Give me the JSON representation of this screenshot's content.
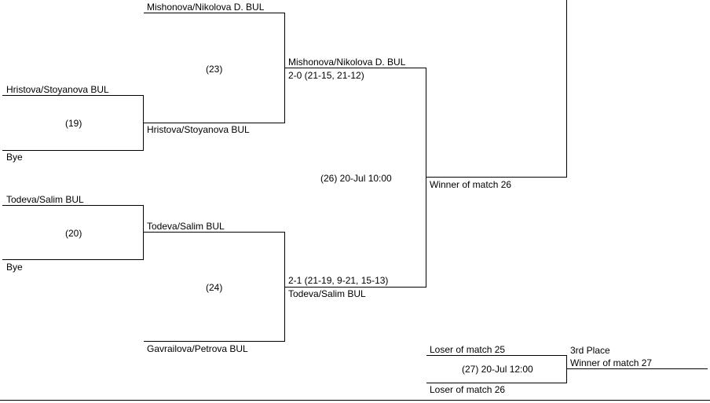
{
  "bracket": {
    "r1": {
      "m19": {
        "top_team": "Hristova/Stoyanova BUL",
        "bottom_team": "Bye",
        "match_no": "(19)"
      },
      "m20": {
        "top_team": "Todeva/Salim BUL",
        "bottom_team": "Bye",
        "match_no": "(20)"
      }
    },
    "r2": {
      "m23": {
        "top_team": "Mishonova/Nikolova D. BUL",
        "bottom_team": "Hristova/Stoyanova BUL",
        "match_no": "(23)"
      },
      "m24": {
        "top_team": "Todeva/Salim BUL",
        "bottom_team": "Gavrailova/Petrova BUL",
        "match_no": "(24)"
      }
    },
    "r3": {
      "top_winner": "Mishonova/Nikolova D. BUL",
      "top_score": "2-0 (21-15, 21-12)",
      "bottom_score": "2-1 (21-19, 9-21, 15-13)",
      "bottom_winner": "Todeva/Salim BUL",
      "match_info": "(26) 20-Jul 10:00"
    },
    "r4": {
      "winner_label": "Winner of match 26"
    },
    "third_place": {
      "top_team": "Loser of match 25",
      "bottom_team": "Loser of match 26",
      "match_info": "(27) 20-Jul 12:00",
      "title": "3rd Place",
      "winner_label": "Winner of match 27"
    }
  }
}
